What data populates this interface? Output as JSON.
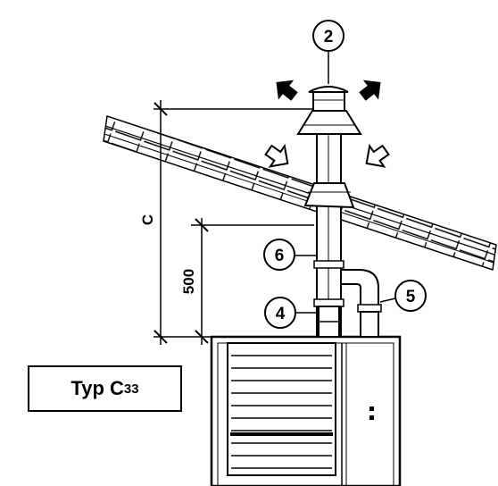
{
  "callouts": [
    "2",
    "6",
    "4",
    "5"
  ],
  "dimensions": {
    "total_height": "C",
    "lower_height": "500"
  },
  "type_label": {
    "main": "Typ C",
    "sub": "33"
  },
  "colors": {
    "line": "#000000",
    "background": "#ffffff"
  },
  "icons": {
    "exhaust": "arrow-out-icon",
    "intake": "arrow-in-icon"
  }
}
